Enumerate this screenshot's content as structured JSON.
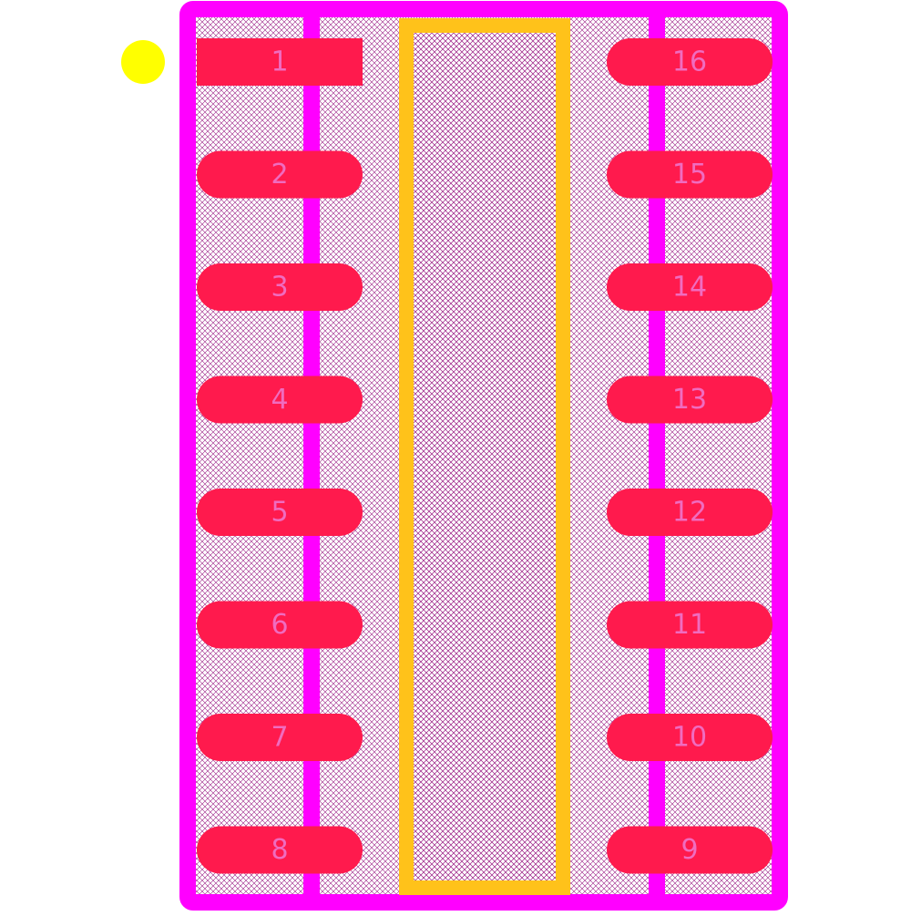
{
  "footprint": {
    "colors": {
      "background": "#ffffff",
      "outline": "#ff00ff",
      "pad": "#ff1a4d",
      "pad_label": "#f06cc0",
      "body_outline": "#ffc21a",
      "pin1_marker": "#ffff00",
      "hatch": "#9b1f86"
    },
    "pin1_marker_icon": "pin-1-dot-icon",
    "pads_left": [
      {
        "label": "1",
        "shape": "rect"
      },
      {
        "label": "2",
        "shape": "rounded"
      },
      {
        "label": "3",
        "shape": "rounded"
      },
      {
        "label": "4",
        "shape": "rounded"
      },
      {
        "label": "5",
        "shape": "rounded"
      },
      {
        "label": "6",
        "shape": "rounded"
      },
      {
        "label": "7",
        "shape": "rounded"
      },
      {
        "label": "8",
        "shape": "rounded"
      }
    ],
    "pads_right": [
      {
        "label": "16",
        "shape": "rounded"
      },
      {
        "label": "15",
        "shape": "rounded"
      },
      {
        "label": "14",
        "shape": "rounded"
      },
      {
        "label": "13",
        "shape": "rounded"
      },
      {
        "label": "12",
        "shape": "rounded"
      },
      {
        "label": "11",
        "shape": "rounded"
      },
      {
        "label": "10",
        "shape": "rounded"
      },
      {
        "label": "9",
        "shape": "rounded"
      }
    ]
  }
}
